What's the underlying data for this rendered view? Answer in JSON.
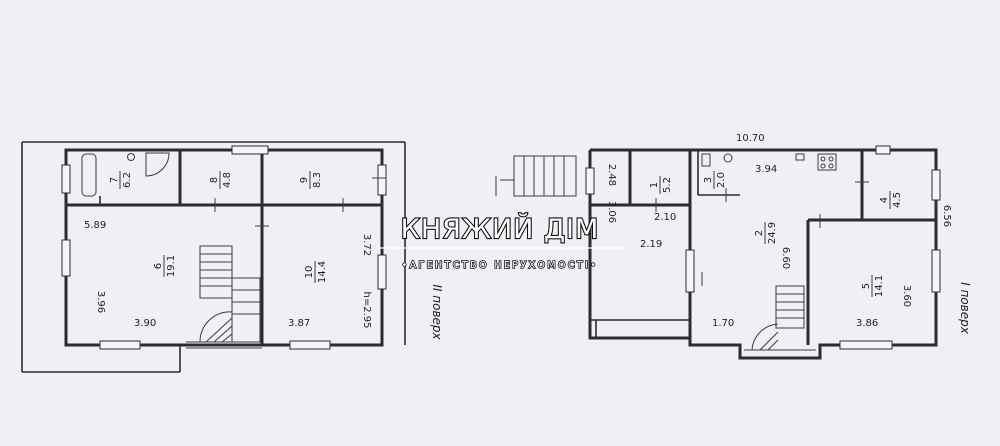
{
  "plans": [
    {
      "floor_label": "II поверх",
      "height_label": "h=2.95",
      "rooms": [
        {
          "num": "7",
          "area": "6.2"
        },
        {
          "num": "8",
          "area": "4.8"
        },
        {
          "num": "9",
          "area": "8.3"
        },
        {
          "num": "6",
          "area": "19.1"
        },
        {
          "num": "10",
          "area": "14.4"
        }
      ],
      "dimensions": [
        "5.89",
        "3.96",
        "3.90",
        "3.87",
        "3.72"
      ]
    },
    {
      "floor_label": "I поверх",
      "total_width": "10.70",
      "rooms": [
        {
          "num": "1",
          "area": "5.2"
        },
        {
          "num": "3",
          "area": "2.0"
        },
        {
          "num": "2",
          "area": "24.9"
        },
        {
          "num": "4",
          "area": "4.5"
        },
        {
          "num": "5",
          "area": "14.1"
        }
      ],
      "dimensions": [
        "3.94",
        "2.48",
        "3.06",
        "2.10",
        "2.19",
        "6.60",
        "1.70",
        "3.86",
        "3.60",
        "6.56"
      ]
    }
  ],
  "watermark": {
    "title": "КНЯЖИЙ ДІМ",
    "subtitle": "•АГЕНТСТВО НЕРУХОМОСТІ•"
  }
}
